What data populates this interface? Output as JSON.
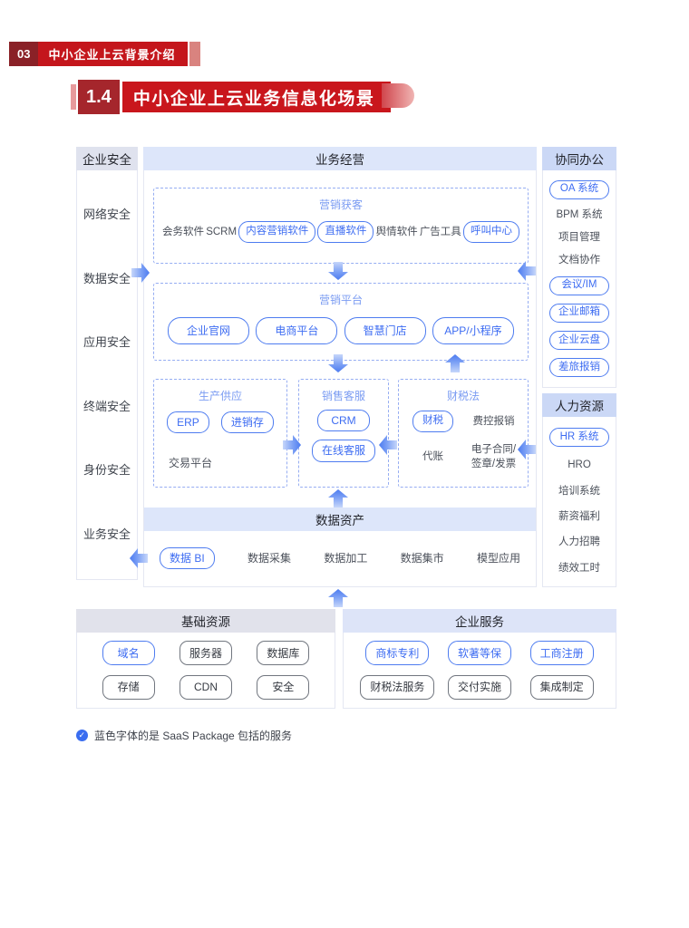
{
  "chapter": {
    "number": "03",
    "title": "中小企业上云背景介绍"
  },
  "title": {
    "number": "1.4",
    "text": "中小企业上云业务信息化场景"
  },
  "colors": {
    "brand_red": "#c4161c",
    "dark_red": "#8a2127",
    "title_dark_red": "#a5262c",
    "accent_blue": "#3d6cf2",
    "saas_border_blue": "#4e7cf0",
    "dashed_blue": "#96adf2",
    "section_label_blue": "#7b9cf2",
    "header_light_blue": "#dde6fa",
    "side_header_blue": "#cbd8f6",
    "gray_header": "#e1e2eb",
    "arrow_blue": "#4c7bf0"
  },
  "security": {
    "header": "企业安全",
    "items": [
      {
        "text": "网络安全",
        "style": "plain"
      },
      {
        "text": "数据安全",
        "style": "plain"
      },
      {
        "text": "应用安全",
        "style": "plain"
      },
      {
        "text": "终端安全",
        "style": "plain"
      },
      {
        "text": "身份安全",
        "style": "plain"
      },
      {
        "text": "业务安全",
        "style": "plain"
      }
    ]
  },
  "business": {
    "header": "业务经营",
    "acquisition": {
      "label": "营销获客",
      "items": [
        {
          "text": "会务软件",
          "style": "plain"
        },
        {
          "text": "SCRM",
          "style": "plain"
        },
        {
          "text": "内容营销软件",
          "style": "sbox"
        },
        {
          "text": "直播软件",
          "style": "sbox"
        },
        {
          "text": "舆情软件",
          "style": "plain"
        },
        {
          "text": "广告工具",
          "style": "plain"
        },
        {
          "text": "呼叫中心",
          "style": "sbox"
        }
      ]
    },
    "platform": {
      "label": "营销平台",
      "items": [
        {
          "text": "企业官网",
          "style": "sbox"
        },
        {
          "text": "电商平台",
          "style": "sbox"
        },
        {
          "text": "智慧门店",
          "style": "sbox"
        },
        {
          "text": "APP/小程序",
          "style": "sbox"
        }
      ]
    },
    "production": {
      "label": "生产供应",
      "top_items": [
        {
          "text": "ERP",
          "style": "sbox"
        },
        {
          "text": "进销存",
          "style": "sbox"
        }
      ],
      "bottom_items": [
        {
          "text": "交易平台",
          "style": "plain"
        }
      ]
    },
    "sales": {
      "label": "销售客服",
      "items": [
        {
          "text": "CRM",
          "style": "sbox"
        },
        {
          "text": "在线客服",
          "style": "sbox"
        }
      ]
    },
    "finance": {
      "label": "财税法",
      "items": [
        {
          "text": "财税",
          "style": "sbox"
        },
        {
          "text": "费控报销",
          "style": "plain"
        },
        {
          "text": "代账",
          "style": "plain"
        },
        {
          "text": "电子合同/\n签章/发票",
          "style": "plain"
        }
      ]
    },
    "data_asset": {
      "header": "数据资产",
      "items": [
        {
          "text": "数据 BI",
          "style": "sbox"
        },
        {
          "text": "数据采集",
          "style": "plain"
        },
        {
          "text": "数据加工",
          "style": "plain"
        },
        {
          "text": "数据集市",
          "style": "plain"
        },
        {
          "text": "模型应用",
          "style": "plain"
        }
      ]
    }
  },
  "office": {
    "header": "协同办公",
    "items": [
      {
        "text": "OA 系统",
        "style": "sbox"
      },
      {
        "text": "BPM 系统",
        "style": "plain"
      },
      {
        "text": "项目管理",
        "style": "plain"
      },
      {
        "text": "文档协作",
        "style": "plain"
      },
      {
        "text": "会议/IM",
        "style": "sbox"
      },
      {
        "text": "企业邮箱",
        "style": "sbox"
      },
      {
        "text": "企业云盘",
        "style": "sbox"
      },
      {
        "text": "差旅报销",
        "style": "sbox"
      }
    ]
  },
  "hr": {
    "header": "人力资源",
    "items": [
      {
        "text": "HR 系统",
        "style": "sbox"
      },
      {
        "text": "HRO",
        "style": "plain"
      },
      {
        "text": "培训系统",
        "style": "plain"
      },
      {
        "text": "薪资福利",
        "style": "plain"
      },
      {
        "text": "人力招聘",
        "style": "plain"
      },
      {
        "text": "绩效工时",
        "style": "plain"
      }
    ]
  },
  "infrastructure": {
    "header": "基础资源",
    "items": [
      {
        "text": "域名",
        "style": "sbox"
      },
      {
        "text": "服务器",
        "style": "gbox"
      },
      {
        "text": "数据库",
        "style": "gbox"
      },
      {
        "text": "存储",
        "style": "gbox"
      },
      {
        "text": "CDN",
        "style": "gbox"
      },
      {
        "text": "安全",
        "style": "gbox"
      }
    ]
  },
  "services": {
    "header": "企业服务",
    "items": [
      {
        "text": "商标专利",
        "style": "sbox"
      },
      {
        "text": "软著等保",
        "style": "sbox"
      },
      {
        "text": "工商注册",
        "style": "sbox"
      },
      {
        "text": "财税法服务",
        "style": "gbox"
      },
      {
        "text": "交付实施",
        "style": "gbox"
      },
      {
        "text": "集成制定",
        "style": "gbox"
      }
    ]
  },
  "footnote": {
    "text": "蓝色字体的是 SaaS Package 包括的服务"
  }
}
